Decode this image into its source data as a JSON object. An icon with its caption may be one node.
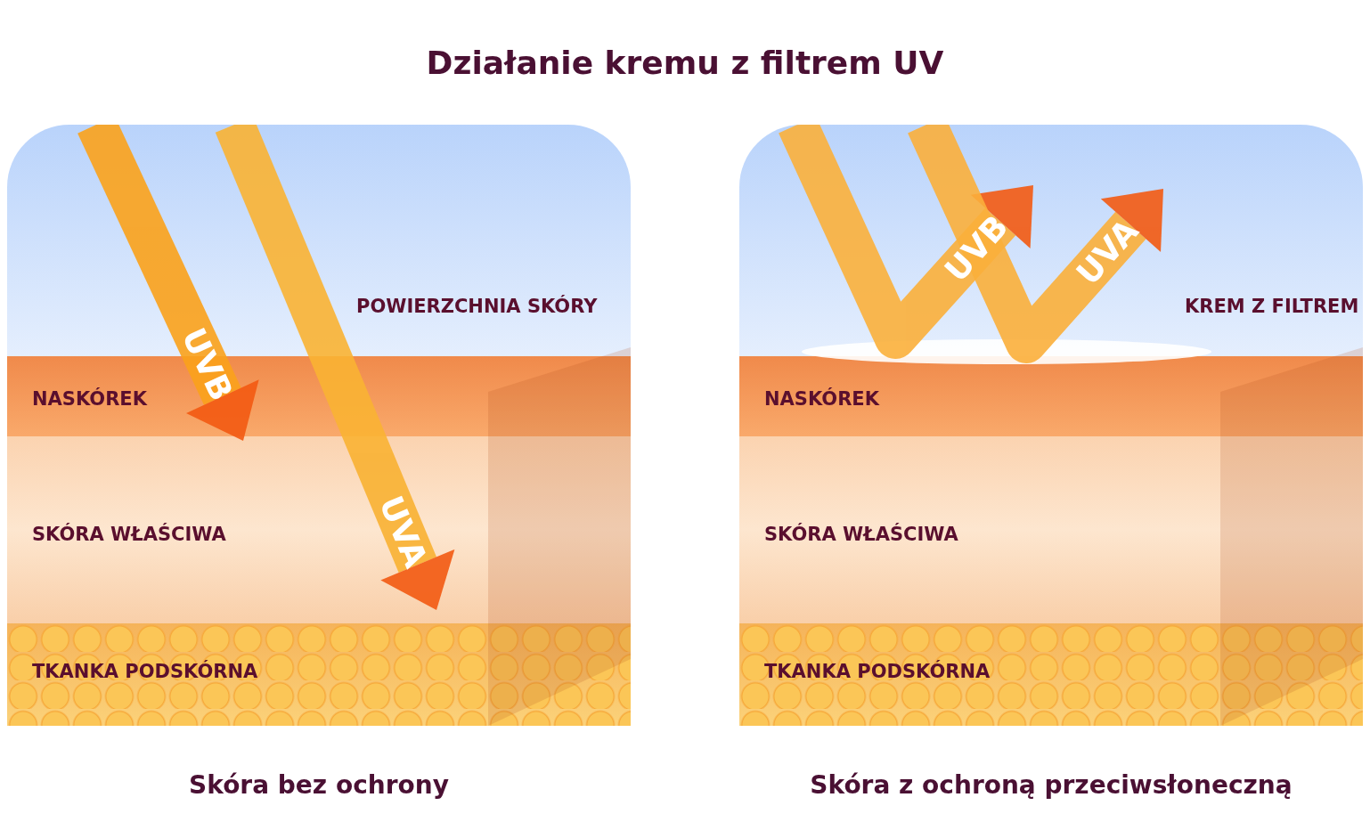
{
  "diagram": {
    "title": "Działanie kremu z filtrem UV",
    "nodes": [
      {
        "text": [
          "Skóra bez ochrony"
        ]
      },
      {
        "text": [
          "NASKÓREK"
        ],
        "in": 0
      },
      {
        "text": [
          "SKÓRA WŁAŚCIWA"
        ],
        "in": 0
      },
      {
        "text": [
          "TKANKA PODSKÓRNA"
        ],
        "in": 0
      },
      {
        "text": [
          "Skóra z ochroną przeciwsłoneczną"
        ]
      },
      {
        "text": [
          "NASKÓREK"
        ],
        "in": 4
      },
      {
        "text": [
          "SKÓRA WŁAŚCIWA"
        ],
        "in": 4
      },
      {
        "text": [
          "TKANKA PODSKÓRNA"
        ],
        "in": 4
      }
    ],
    "labels": [
      "UVB",
      "POWIERZCHNIA SKÓRY",
      "UVA",
      "UVB",
      "UVA",
      "KREM Z FILTREM"
    ]
  }
}
